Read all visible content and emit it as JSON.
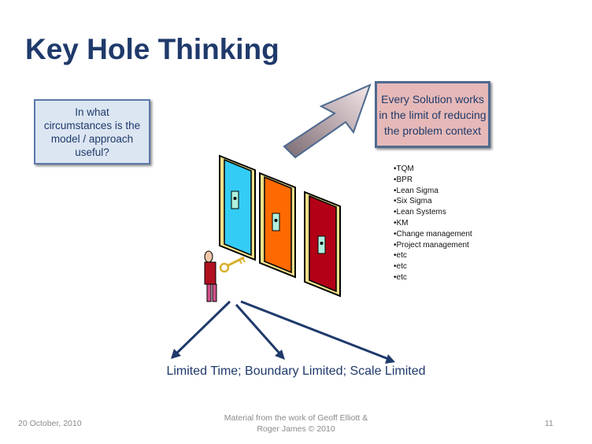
{
  "slide": {
    "title": "Key Hole Thinking",
    "question_box": "In what circumstances is the model / approach useful?",
    "solution_box": "Every Solution works in the limit of reducing the problem  context",
    "approaches": [
      "TQM",
      "BPR",
      "Lean Sigma",
      "Six Sigma",
      "Lean Systems",
      "KM",
      "Change management",
      "Project management",
      "etc",
      "etc",
      "etc"
    ],
    "limits_caption": "Limited Time; Boundary Limited; Scale Limited"
  },
  "footer": {
    "date": "20 October, 2010",
    "credit_line1": "Material from the work of  Geoff Elliott &",
    "credit_line2": "Roger James © 2010",
    "page_number": "11"
  },
  "colors": {
    "title": "#1f3a6b",
    "question_fill": "#dce6f2",
    "solution_fill": "#e6b9b8",
    "door_blue": "#33ccf5",
    "door_orange": "#ff6a00",
    "door_red": "#b30017"
  }
}
